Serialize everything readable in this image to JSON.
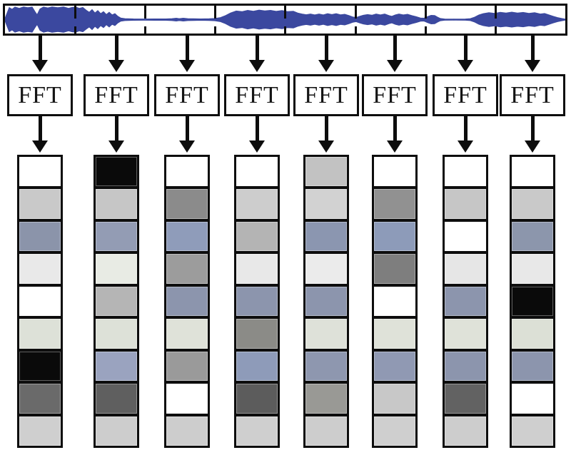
{
  "diagram": {
    "fft_label": "FFT",
    "frame_count": 8,
    "colors": {
      "waveform_blue": "#3b489f",
      "outline_black": "#0d0d0d"
    },
    "waveform_envelope": [
      [
        0,
        0.08
      ],
      [
        3,
        0.5
      ],
      [
        6,
        0.9
      ],
      [
        10,
        0.78
      ],
      [
        14,
        0.95
      ],
      [
        20,
        0.85
      ],
      [
        26,
        0.96
      ],
      [
        32,
        0.9
      ],
      [
        38,
        0.95
      ],
      [
        42,
        0.6
      ],
      [
        45,
        0.35
      ],
      [
        49,
        0.8
      ],
      [
        54,
        0.95
      ],
      [
        60,
        0.88
      ],
      [
        66,
        0.96
      ],
      [
        74,
        0.9
      ],
      [
        82,
        0.96
      ],
      [
        89,
        0.85
      ],
      [
        94,
        0.92
      ],
      [
        99,
        0.95
      ],
      [
        104,
        0.85
      ],
      [
        109,
        0.92
      ],
      [
        114,
        0.7
      ],
      [
        118,
        0.55
      ],
      [
        122,
        0.75
      ],
      [
        126,
        0.5
      ],
      [
        130,
        0.68
      ],
      [
        134,
        0.45
      ],
      [
        138,
        0.6
      ],
      [
        142,
        0.38
      ],
      [
        146,
        0.55
      ],
      [
        150,
        0.35
      ],
      [
        154,
        0.45
      ],
      [
        158,
        0.25
      ],
      [
        162,
        0.12
      ],
      [
        168,
        0.07
      ],
      [
        180,
        0.05
      ],
      [
        195,
        0.045
      ],
      [
        210,
        0.05
      ],
      [
        225,
        0.05
      ],
      [
        234,
        0.07
      ],
      [
        240,
        0.1
      ],
      [
        244,
        0.07
      ],
      [
        250,
        0.1
      ],
      [
        256,
        0.07
      ],
      [
        264,
        0.06
      ],
      [
        274,
        0.05
      ],
      [
        286,
        0.06
      ],
      [
        294,
        0.08
      ],
      [
        302,
        0.15
      ],
      [
        309,
        0.3
      ],
      [
        316,
        0.5
      ],
      [
        324,
        0.65
      ],
      [
        332,
        0.6
      ],
      [
        340,
        0.7
      ],
      [
        348,
        0.63
      ],
      [
        356,
        0.72
      ],
      [
        364,
        0.66
      ],
      [
        372,
        0.7
      ],
      [
        380,
        0.62
      ],
      [
        388,
        0.68
      ],
      [
        396,
        0.6
      ],
      [
        404,
        0.63
      ],
      [
        410,
        0.5
      ],
      [
        416,
        0.42
      ],
      [
        422,
        0.37
      ],
      [
        428,
        0.42
      ],
      [
        434,
        0.35
      ],
      [
        440,
        0.42
      ],
      [
        446,
        0.35
      ],
      [
        452,
        0.45
      ],
      [
        458,
        0.38
      ],
      [
        464,
        0.45
      ],
      [
        470,
        0.36
      ],
      [
        476,
        0.4
      ],
      [
        482,
        0.3
      ],
      [
        487,
        0.2
      ],
      [
        492,
        0.15
      ],
      [
        497,
        0.25
      ],
      [
        502,
        0.33
      ],
      [
        508,
        0.38
      ],
      [
        514,
        0.33
      ],
      [
        520,
        0.42
      ],
      [
        526,
        0.35
      ],
      [
        532,
        0.42
      ],
      [
        538,
        0.3
      ],
      [
        542,
        0.25
      ],
      [
        547,
        0.35
      ],
      [
        552,
        0.42
      ],
      [
        558,
        0.35
      ],
      [
        564,
        0.4
      ],
      [
        570,
        0.3
      ],
      [
        576,
        0.22
      ],
      [
        582,
        0.12
      ],
      [
        587,
        0.1
      ],
      [
        592,
        0.22
      ],
      [
        597,
        0.32
      ],
      [
        602,
        0.3
      ],
      [
        606,
        0.18
      ],
      [
        610,
        0.08
      ],
      [
        616,
        0.045
      ],
      [
        630,
        0.04
      ],
      [
        645,
        0.045
      ],
      [
        652,
        0.07
      ],
      [
        658,
        0.18
      ],
      [
        664,
        0.35
      ],
      [
        670,
        0.45
      ],
      [
        678,
        0.52
      ],
      [
        686,
        0.47
      ],
      [
        694,
        0.55
      ],
      [
        702,
        0.5
      ],
      [
        710,
        0.56
      ],
      [
        718,
        0.5
      ],
      [
        726,
        0.54
      ],
      [
        734,
        0.47
      ],
      [
        742,
        0.52
      ],
      [
        750,
        0.42
      ],
      [
        756,
        0.46
      ],
      [
        762,
        0.35
      ],
      [
        768,
        0.25
      ],
      [
        774,
        0.15
      ],
      [
        780,
        0.08
      ],
      [
        785,
        0.04
      ]
    ],
    "segment_dividers": [
      98,
      196,
      294,
      392,
      491,
      589,
      687
    ],
    "columns": [
      {
        "cells": [
          "#ffffff",
          "#c9c9c9",
          "#8b94aa",
          "#e9e9e9",
          "#ffffff",
          "#dde1d8",
          "#0a0a0a",
          "#6a6a6a",
          "#cfcfcf"
        ]
      },
      {
        "cells": [
          "#0a0a0a",
          "#c6c6c6",
          "#939cb4",
          "#e8ebe4",
          "#b5b5b5",
          "#dde1d8",
          "#9aa3bf",
          "#5f5f5f",
          "#cdcdcd"
        ]
      },
      {
        "cells": [
          "#ffffff",
          "#8b8b8b",
          "#8f9cba",
          "#9c9c9c",
          "#8c95ad",
          "#dfe2d9",
          "#9a9a9a",
          "#ffffff",
          "#cdcdcd"
        ]
      },
      {
        "cells": [
          "#ffffff",
          "#cdcdcd",
          "#b4b4b4",
          "#e8e8e8",
          "#8c95ad",
          "#8b8b87",
          "#8e9bb9",
          "#5c5c5c",
          "#cfcfcf"
        ]
      },
      {
        "cells": [
          "#c2c2c2",
          "#d2d2d2",
          "#8b96b0",
          "#ebebeb",
          "#8c95ad",
          "#dee1d9",
          "#8e97af",
          "#999995",
          "#cdcdcd"
        ]
      },
      {
        "cells": [
          "#ffffff",
          "#919191",
          "#8d9bb9",
          "#7e7e7e",
          "#ffffff",
          "#dfe2d9",
          "#9099b3",
          "#c8c8c8",
          "#cfcfcf"
        ]
      },
      {
        "cells": [
          "#ffffff",
          "#c6c6c6",
          "#ffffff",
          "#e6e6e6",
          "#8c95ad",
          "#dfe2d9",
          "#8c95ad",
          "#626262",
          "#cdcdcd"
        ]
      },
      {
        "cells": [
          "#ffffff",
          "#c9c9c9",
          "#8c96ac",
          "#e8e8e8",
          "#0a0a0a",
          "#dce0d6",
          "#8c95ad",
          "#ffffff",
          "#cfcfcf"
        ]
      }
    ]
  }
}
